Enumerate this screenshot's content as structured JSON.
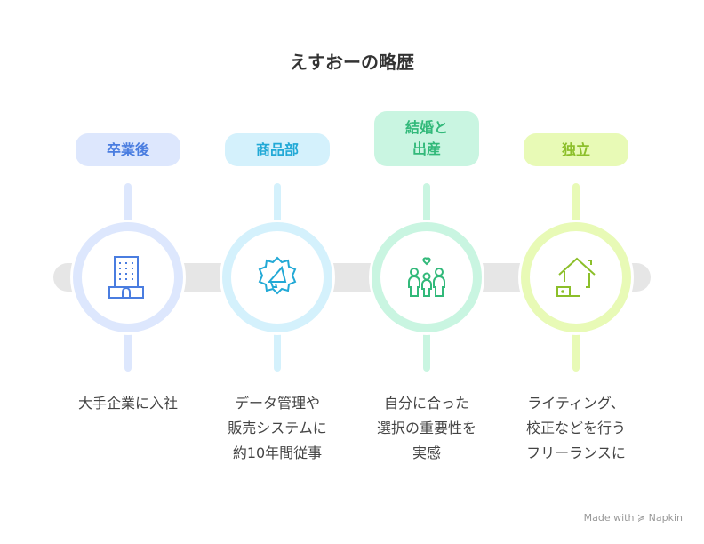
{
  "title": "えすおーの略歴",
  "steps": [
    {
      "label": "卒業後",
      "description": "大手企業に入社",
      "icon": "office-building-icon",
      "bg": "#dde7fd",
      "fg": "#4a7de0"
    },
    {
      "label": "商品部",
      "description": "データ管理や\n販売システムに\n約10年間従事",
      "icon": "megaphone-gear-icon",
      "bg": "#d4f1fc",
      "fg": "#22a9d6"
    },
    {
      "label": "結婚と\n出産",
      "description": "自分に合った\n選択の重要性を\n実感",
      "icon": "family-icon",
      "bg": "#c9f5e1",
      "fg": "#32b97a"
    },
    {
      "label": "独立",
      "description": "ライティング、\n校正などを行う\nフリーランスに",
      "icon": "home-office-icon",
      "bg": "#e8fab6",
      "fg": "#8cbf2a"
    }
  ],
  "credit": "Made with ≽ Napkin"
}
